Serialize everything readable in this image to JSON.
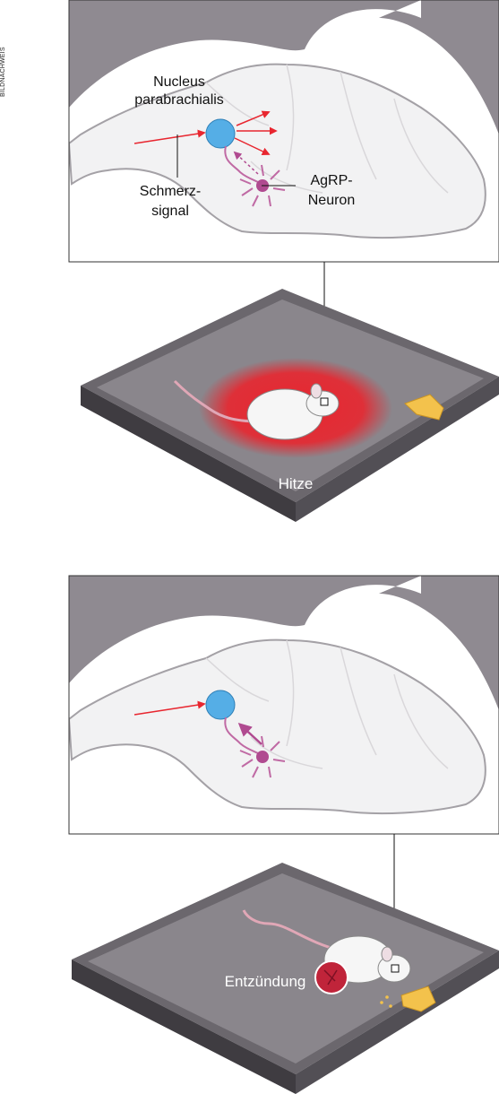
{
  "credit": "BILDNACHWEIS",
  "panel1": {
    "nucleus_label_line1": "Nucleus",
    "nucleus_label_line2": "parabrachialis",
    "pain_label_line1": "Schmerz-",
    "pain_label_line2": "signal",
    "agrp_label_line1": "AgRP-",
    "agrp_label_line2": "Neuron"
  },
  "box1": {
    "stimulus_label": "Hitze"
  },
  "box2": {
    "stimulus_label": "Entzündung"
  },
  "colors": {
    "brain_bg": "#8f8a91",
    "nucleus_blue": "#55aee6",
    "neuron_magenta": "#b04a90",
    "pain_red": "#e8262f",
    "cheese_yellow": "#f3c24c",
    "box_dark": "#5a565c"
  }
}
